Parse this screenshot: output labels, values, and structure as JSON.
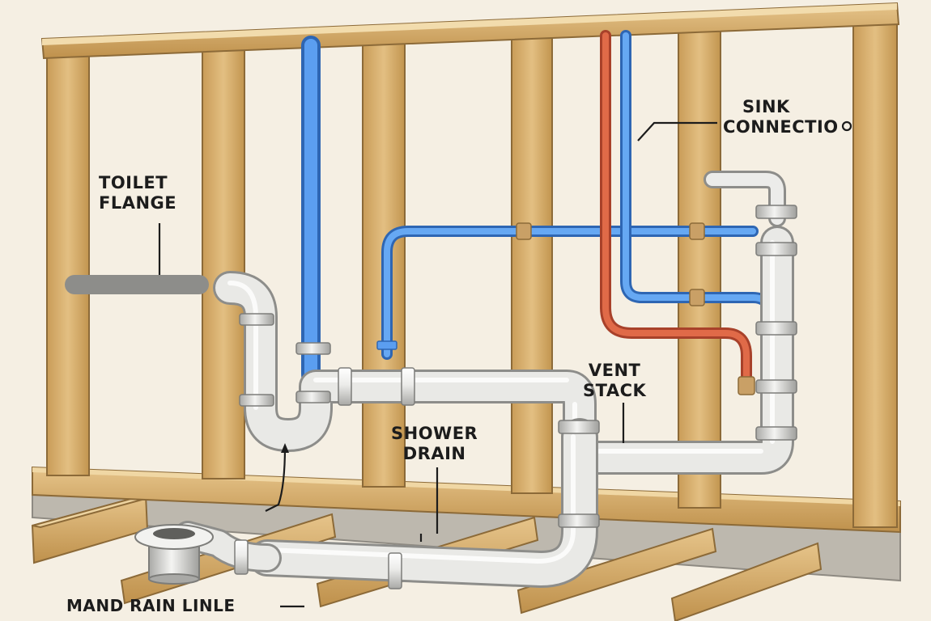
{
  "callouts": {
    "toilet_flange": [
      "TOILET",
      "FLANGE"
    ],
    "sink_connection": [
      "SINK",
      "CONNECTIO"
    ],
    "vent_stack": [
      "VENT",
      "STACK"
    ],
    "shower_drain": [
      "SHOWER",
      "DRAIN"
    ],
    "main_drain_line": "MAND RAIN LINLE"
  },
  "colors": {
    "background": "#f5efe3",
    "lumber": "#d9b374",
    "lumber_edge": "#9a7440",
    "drain_pvc": "#e8e8e6",
    "cold_water": "#4a8fe0",
    "hot_water": "#d9603f",
    "fitting_copper": "#c9a066",
    "concrete": "#b9b5ad",
    "leader_line": "#1c1c1c"
  }
}
